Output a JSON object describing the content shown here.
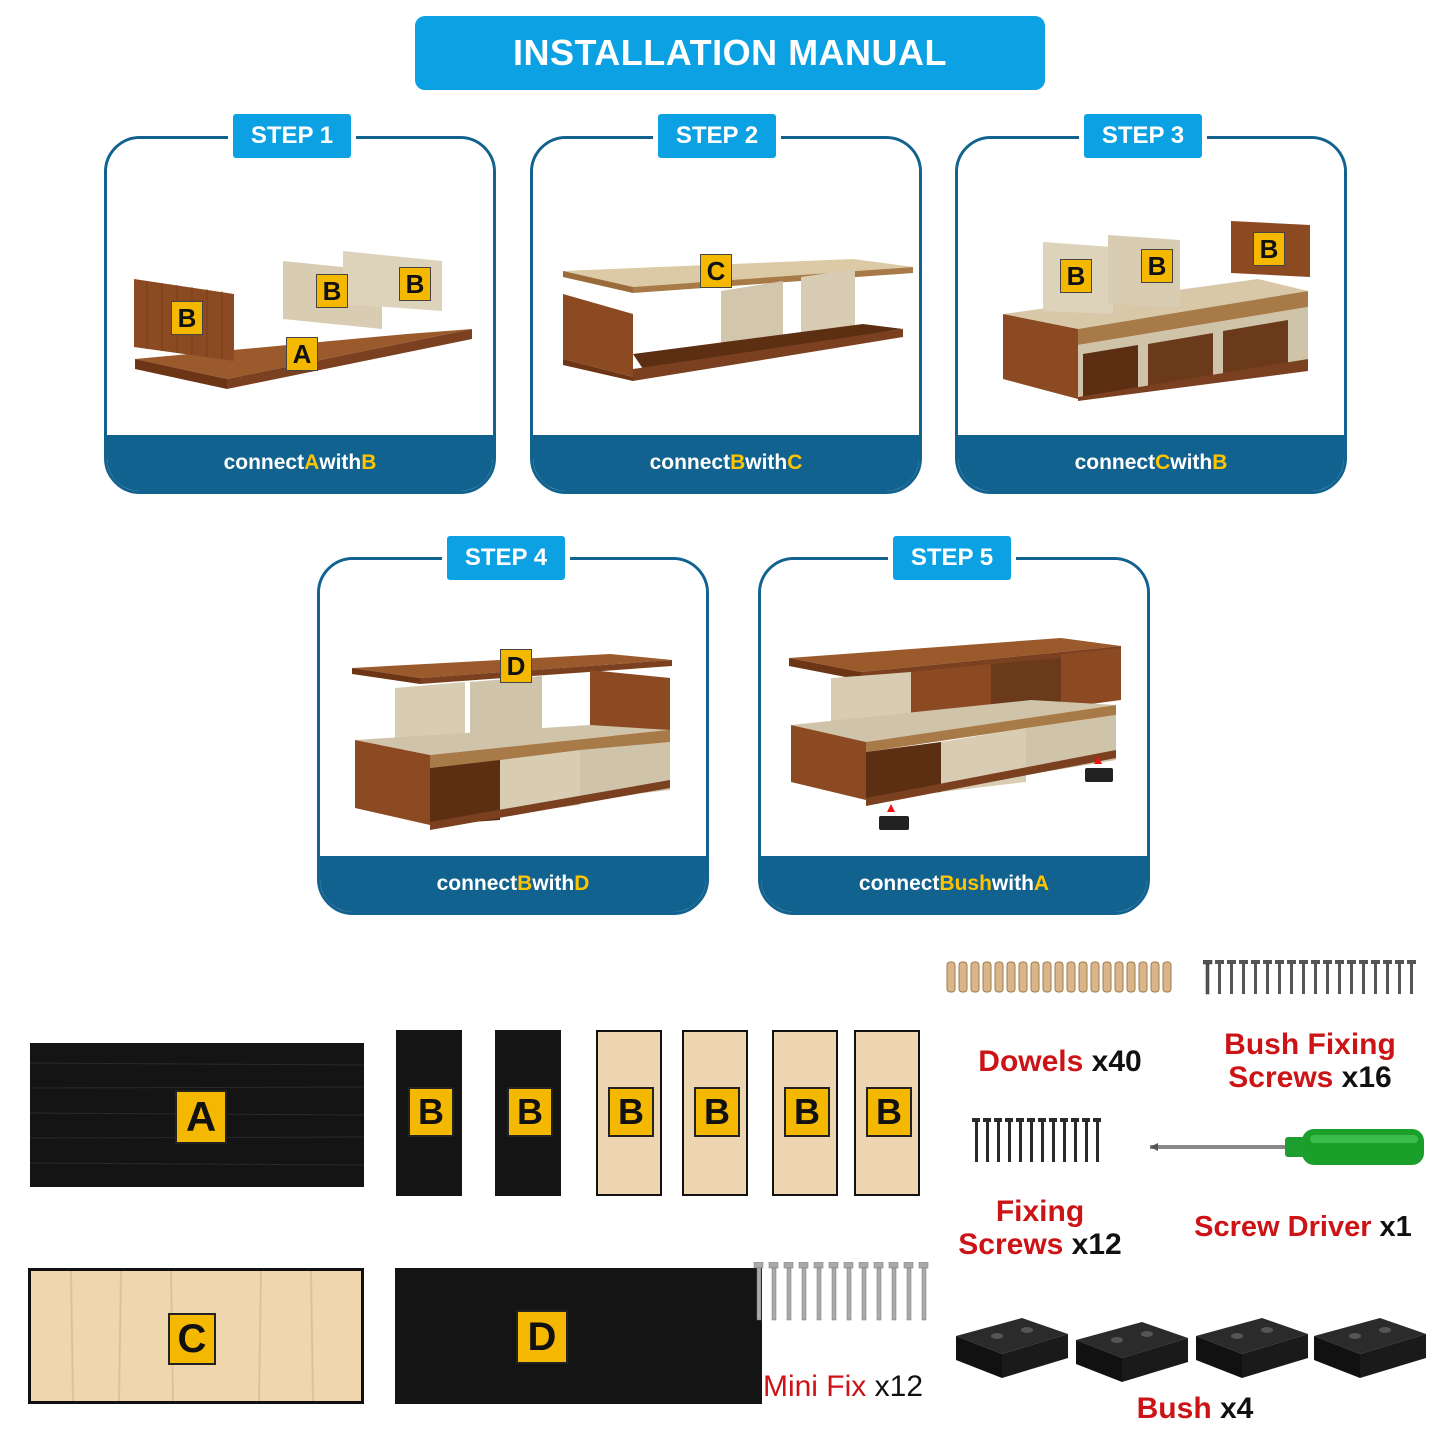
{
  "title": "INSTALLATION MANUAL",
  "steps": [
    {
      "badge": "STEP 1",
      "caption_pre": "connect ",
      "caption_a": "A",
      "caption_mid": " with ",
      "caption_b": "B"
    },
    {
      "badge": "STEP 2",
      "caption_pre": "connect ",
      "caption_a": "B",
      "caption_mid": " with ",
      "caption_b": "C"
    },
    {
      "badge": "STEP 3",
      "caption_pre": "connect ",
      "caption_a": "C",
      "caption_mid": " with ",
      "caption_b": "B"
    },
    {
      "badge": "STEP 4",
      "caption_pre": "connect ",
      "caption_a": "B",
      "caption_mid": " with ",
      "caption_b": "D"
    },
    {
      "badge": "STEP 5",
      "caption_pre": "connect ",
      "caption_a": "Bush",
      "caption_mid": " with ",
      "caption_b": "A"
    }
  ],
  "step_labels": {
    "s1": [
      "B",
      "B",
      "B",
      "A"
    ],
    "s2": [
      "C"
    ],
    "s3": [
      "B",
      "B",
      "B"
    ],
    "s4": [
      "D"
    ]
  },
  "panels": {
    "a": "A",
    "b": [
      "B",
      "B",
      "B",
      "B",
      "B",
      "B"
    ],
    "c": "C",
    "d": "D"
  },
  "hardware": {
    "dowels": {
      "name": "Dowels",
      "qty": " x40"
    },
    "bush_screws": {
      "name1": "Bush Fixing",
      "name2": "Screws",
      "qty": " x16"
    },
    "fixing_screws": {
      "name1": "Fixing",
      "name2": "Screws",
      "qty": " x12"
    },
    "screw_driver": {
      "name": "Screw Driver",
      "qty": " x1"
    },
    "mini_fix": {
      "name": "Mini Fix",
      "qty": " x12"
    },
    "bush": {
      "name": "Bush",
      "qty": " x4"
    }
  },
  "colors": {
    "accent_blue": "#0ca1e3",
    "dark_blue": "#12628f",
    "highlight_yellow": "#ffc400",
    "label_yellow": "#f5b800",
    "text_red": "#cc1417",
    "wood_brown": "#8a4a22",
    "wood_light": "#d9cdb4"
  }
}
